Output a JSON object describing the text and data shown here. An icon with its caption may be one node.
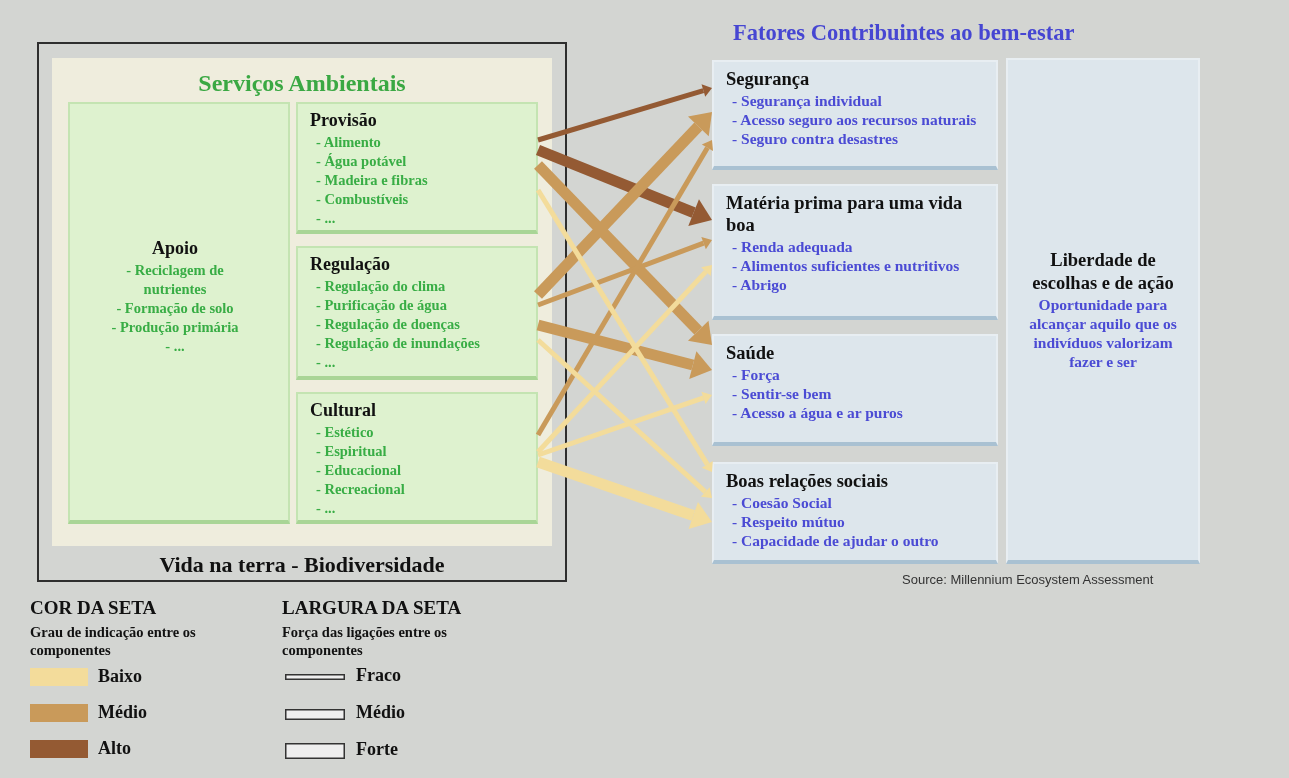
{
  "diagram": {
    "title": "Fatores Contribuintes ao bem-estar",
    "nodes": [
      {
        "text": [
          "Vida na terra - Biodiversidade"
        ]
      },
      {
        "text": [
          "Serviços Ambientais"
        ],
        "in": 0
      },
      {
        "text": [
          "Apoio",
          "- Reciclagem de nutrientes",
          "- Formação de solo",
          "- Produção primária",
          "- ..."
        ],
        "in": 1
      },
      {
        "text": [
          "Provisão",
          "- Alimento",
          "- Água potável",
          "- Madeira e fibras",
          "- Combustíveis",
          "- ..."
        ],
        "in": 1
      },
      {
        "text": [
          "Regulação",
          "- Regulação do clima",
          "- Purificação de água",
          "- Regulação de doenças",
          "- Regulação de inundações",
          "- ..."
        ],
        "in": 1
      },
      {
        "text": [
          "Cultural",
          "- Estético",
          "- Espiritual",
          "- Educacional",
          "- Recreacional",
          "- ..."
        ],
        "in": 1
      },
      {
        "text": [
          "Segurança",
          "- Segurança individual",
          "- Acesso seguro aos recursos naturais",
          "- Seguro contra desastres"
        ]
      },
      {
        "text": [
          "Matéria prima para uma vida boa",
          "- Renda adequada",
          "- Alimentos suficientes e nutritivos",
          "- Abrigo"
        ]
      },
      {
        "text": [
          "Saúde",
          "- Força",
          "- Sentir-se bem",
          "- Acesso a água e ar puros"
        ]
      },
      {
        "text": [
          "Boas relações sociais",
          "- Coesão Social",
          "- Respeito mútuo",
          "- Capacidade de ajudar o outro"
        ]
      },
      {
        "text": [
          "Liberdade de escolhas e de ação",
          "Oportunidade para alcançar aquilo que os indivíduos valorizam fazer e ser"
        ]
      }
    ],
    "edges": [
      {
        "from": 3,
        "to": 6,
        "arrow": "to",
        "color": "#945a33"
      },
      {
        "from": 3,
        "to": 7,
        "arrow": "to",
        "style": "thick",
        "color": "#945a33"
      },
      {
        "from": 3,
        "to": 8,
        "arrow": "to",
        "style": "thick",
        "color": "#c99a5a"
      },
      {
        "from": 4,
        "to": 6,
        "arrow": "to",
        "style": "thick",
        "color": "#c99a5a"
      },
      {
        "from": 4,
        "to": 7,
        "arrow": "to",
        "color": "#c99a5a"
      },
      {
        "from": 4,
        "to": 8,
        "arrow": "to",
        "style": "thick",
        "color": "#c99a5a"
      },
      {
        "from": 5,
        "to": 6,
        "arrow": "to",
        "color": "#c99a5a"
      },
      {
        "from": 5,
        "to": 7,
        "arrow": "to",
        "color": "#f3dc9b"
      },
      {
        "from": 5,
        "to": 8,
        "arrow": "to",
        "color": "#f3dc9b"
      },
      {
        "from": 5,
        "to": 9,
        "arrow": "to",
        "style": "thick",
        "color": "#f3dc9b"
      },
      {
        "from": 3,
        "to": 9,
        "arrow": "to",
        "color": "#f3dc9b"
      },
      {
        "from": 4,
        "to": 9,
        "arrow": "to",
        "color": "#f3dc9b"
      }
    ],
    "labels": [
      "COR DA SETA",
      "Grau de indicação entre os componentes",
      "LARGURA DA SETA",
      "Força das ligações entre os componentes",
      "Source: Millennium Ecosystem Assessment"
    ],
    "legend": [
      {
        "text": "Baixo",
        "color": "#f3dc9b"
      },
      {
        "text": "Médio",
        "color": "#c99a5a"
      },
      {
        "text": "Alto",
        "color": "#945a33"
      },
      {
        "text": "Fraco"
      },
      {
        "text": "Médio"
      },
      {
        "text": "Forte"
      }
    ]
  }
}
